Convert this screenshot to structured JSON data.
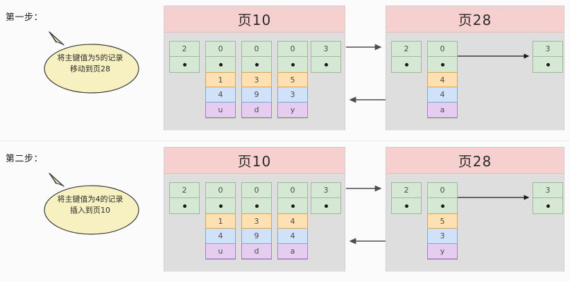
{
  "steps": [
    {
      "label": "第一步：",
      "callout": {
        "line1": "将主键值为5的记录",
        "line2": "移动到页28"
      },
      "pages": [
        {
          "title": "页10",
          "records": [
            {
              "kind": "infimum",
              "num": "2",
              "a": null,
              "b": null,
              "c": null
            },
            {
              "kind": "record",
              "num": "0",
              "a": "1",
              "b": "4",
              "c": "u"
            },
            {
              "kind": "record",
              "num": "0",
              "a": "3",
              "b": "9",
              "c": "d"
            },
            {
              "kind": "record",
              "num": "0",
              "a": "5",
              "b": "3",
              "c": "y"
            },
            {
              "kind": "supremum",
              "num": "3",
              "a": null,
              "b": null,
              "c": null
            }
          ]
        },
        {
          "title": "页28",
          "records": [
            {
              "kind": "infimum",
              "num": "2",
              "a": null,
              "b": null,
              "c": null
            },
            {
              "kind": "record",
              "num": "0",
              "a": "4",
              "b": "4",
              "c": "a"
            },
            {
              "kind": "supremum",
              "num": "3",
              "a": null,
              "b": null,
              "c": null
            }
          ]
        }
      ]
    },
    {
      "label": "第二步：",
      "callout": {
        "line1": "将主键值为4的记录",
        "line2": "插入到页10"
      },
      "pages": [
        {
          "title": "页10",
          "records": [
            {
              "kind": "infimum",
              "num": "2",
              "a": null,
              "b": null,
              "c": null
            },
            {
              "kind": "record",
              "num": "0",
              "a": "1",
              "b": "4",
              "c": "u"
            },
            {
              "kind": "record",
              "num": "0",
              "a": "3",
              "b": "9",
              "c": "d"
            },
            {
              "kind": "record",
              "num": "0",
              "a": "4",
              "b": "4",
              "c": "a"
            },
            {
              "kind": "supremum",
              "num": "3",
              "a": null,
              "b": null,
              "c": null
            }
          ]
        },
        {
          "title": "页28",
          "records": [
            {
              "kind": "infimum",
              "num": "2",
              "a": null,
              "b": null,
              "c": null
            },
            {
              "kind": "record",
              "num": "0",
              "a": "5",
              "b": "3",
              "c": "y"
            },
            {
              "kind": "supremum",
              "num": "3",
              "a": null,
              "b": null,
              "c": null
            }
          ]
        }
      ]
    }
  ],
  "colors": {
    "header": "#f6cfcf",
    "body": "#dedede",
    "green": "#d5e8d4",
    "orange": "#ffe0b2",
    "blue": "#cfe2f8",
    "purple": "#e5cdf0",
    "callout": "#f7f0c0",
    "arrow": "#4d4d4d"
  }
}
